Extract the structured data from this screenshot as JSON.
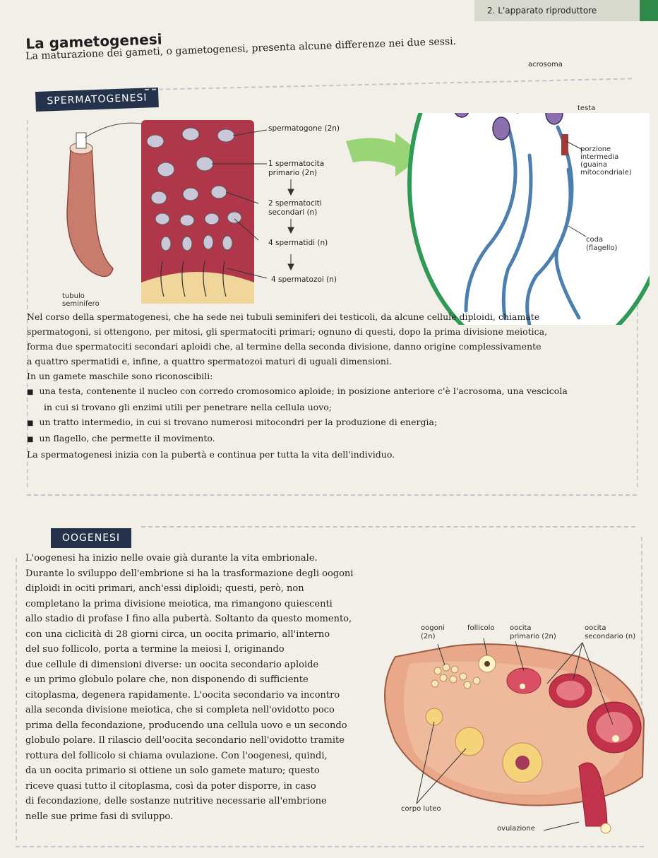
{
  "header": {
    "section": "2. L'apparato riproduttore"
  },
  "intro": {
    "title": "La gametogenesi",
    "text": "La maturazione dei gameti, o gametogenesi, presenta alcune differenze nei due sessi."
  },
  "spermatogenesis": {
    "tab": "SPERMATOGENESI",
    "tubule_label": [
      "tubulo",
      "seminifero"
    ],
    "stages": [
      "spermatogone (2n)",
      "1 spermatocita",
      "primario (2n)",
      "2 spermatociti",
      "secondari (n)",
      "4 spermatidi (n)",
      "4 spermatozoi (n)"
    ],
    "sperm_parts": {
      "acrosome": "acrosoma",
      "head": "testa",
      "middle": [
        "porzione",
        "intermedia",
        "(guaina",
        "mitocondriale)"
      ],
      "tail": [
        "coda",
        "(flagello)"
      ]
    },
    "paragraph": [
      "Nel corso della spermatogenesi, che ha sede nei tubuli seminiferi dei testicoli, da alcune cellule diploidi, chiamate",
      "spermatogoni, si ottengono, per mitosi, gli spermatociti primari; ognuno di questi, dopo la prima divisione meiotica,",
      "forma due spermatociti secondari aploidi che, al termine della seconda divisione, danno origine complessivamente",
      "a quattro spermatidi e, infine, a quattro spermatozoi maturi di uguali dimensioni."
    ],
    "lead": "In un gamete maschile sono riconoscibili:",
    "bullets": [
      [
        "una testa, contenente il nucleo con corredo cromosomico aploide; in posizione anteriore c'è l'acrosoma, una vescicola",
        "in cui si trovano gli enzimi utili per penetrare nella cellula uovo;"
      ],
      [
        "un tratto intermedio, in cui si trovano numerosi mitocondri per la produzione di energia;"
      ],
      [
        "un flagello, che permette il movimento."
      ]
    ],
    "closing": "La spermatogenesi inizia con la pubertà e continua per tutta la vita dell'individuo."
  },
  "oogenesis": {
    "tab": "OOGENESI",
    "lines": [
      "L'oogenesi ha inizio nelle ovaie già durante la vita embrionale.",
      "Durante lo sviluppo dell'embrione si ha la trasformazione degli oogoni",
      "diploidi in ociti primari, anch'essi diploidi; questi, però, non",
      "completano la prima divisione meiotica, ma rimangono quiescenti",
      "allo stadio di profase I fino alla pubertà. Soltanto da questo momento,",
      "con una ciclicità di 28 giorni circa, un oocita primario, all'interno",
      "del suo follicolo, porta a termine la meiosi I, originando",
      "due cellule di dimensioni diverse: un oocita secondario aploide",
      "e un primo globulo polare che, non disponendo di sufficiente",
      "citoplasma, degenera rapidamente. L'oocita secondario va incontro",
      "alla seconda divisione meiotica, che si completa nell'ovidotto poco",
      "prima della fecondazione, producendo una cellula uovo e un secondo",
      "globulo polare. Il rilascio dell'oocita secondario nell'ovidotto tramite",
      "rottura del follicolo si chiama ovulazione. Con l'oogenesi, quindi,",
      "da un oocita primario si ottiene un solo gamete maturo; questo",
      "riceve quasi tutto il citoplasma, così da poter disporre, in caso",
      "di fecondazione, delle sostanze nutritive necessarie all'embrione",
      "nelle sue prime fasi di sviluppo."
    ],
    "labels": {
      "oogoni": [
        "oogoni",
        "(2n)"
      ],
      "follicolo": "follicolo",
      "oocita_primario": [
        "oocita",
        "primario (2n)"
      ],
      "oocita_secondario": [
        "oocita",
        "secondario (n)"
      ],
      "corpo_luteo": "corpo luteo",
      "ovulazione": "ovulazione"
    }
  }
}
